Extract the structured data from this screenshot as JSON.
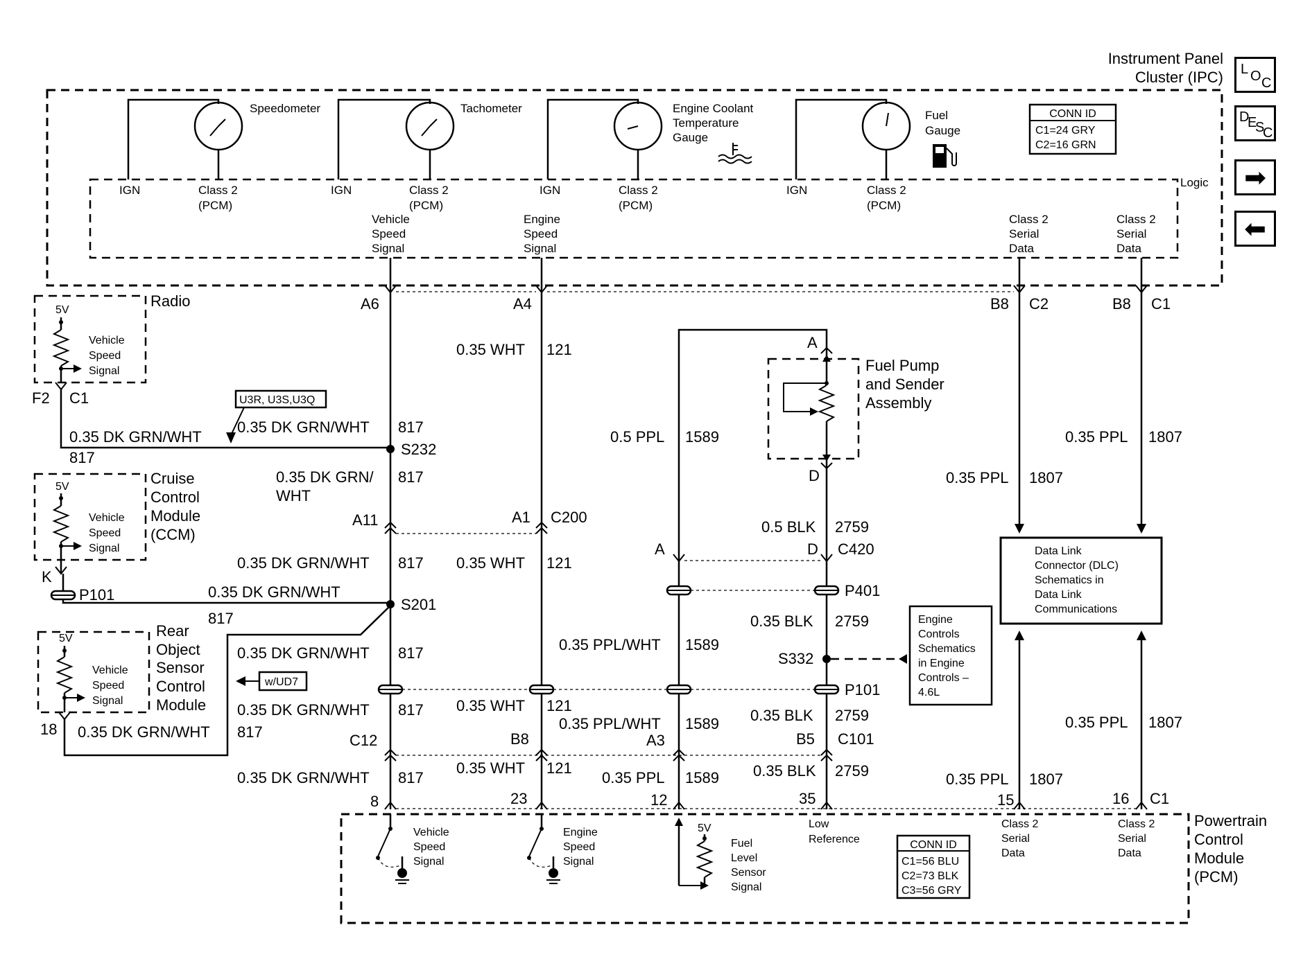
{
  "ipc": {
    "title1": "Instrument Panel",
    "title2": "Cluster (IPC)",
    "logic": "Logic",
    "conn_id": {
      "title": "CONN ID",
      "c1": "C1=24 GRY",
      "c2": "C2=16 GRN"
    }
  },
  "gauges": {
    "speedometer": "Speedometer",
    "tachometer": "Tachometer",
    "coolant1": "Engine Coolant",
    "coolant2": "Temperature",
    "coolant3": "Gauge",
    "fuel1": "Fuel",
    "fuel2": "Gauge"
  },
  "ipc_pins": {
    "ign": "IGN",
    "class2": "Class 2",
    "pcm": "(PCM)"
  },
  "ipc_signals": {
    "vss": [
      "Vehicle",
      "Speed",
      "Signal"
    ],
    "ess": [
      "Engine",
      "Speed",
      "Signal"
    ],
    "c2sd": [
      "Class 2",
      "Serial",
      "Data"
    ]
  },
  "connectors": {
    "a6": "A6",
    "a4": "A4",
    "b8": "B8",
    "c2": "C2",
    "c1": "C1",
    "f2": "F2",
    "k": "K",
    "p101": "P101",
    "s232": "S232",
    "s201": "S201",
    "a11": "A11",
    "a1": "A1",
    "c200": "C200",
    "a": "A",
    "d": "D",
    "c420": "C420",
    "p401": "P401",
    "s332": "S332",
    "c12": "C12",
    "b5": "B5",
    "c101": "C101",
    "a3": "A3",
    "n18": "18",
    "n8": "8",
    "n23": "23",
    "n12": "12",
    "n35": "35",
    "n15": "15",
    "n16": "16"
  },
  "wires": {
    "dkgrnwht": "0.35 DK GRN/WHT",
    "dkgrn_split1": "0.35 DK GRN/",
    "dkgrn_split2": "WHT",
    "c817": "817",
    "wht": "0.35 WHT",
    "c121": "121",
    "ppl05": "0.5 PPL",
    "ppl": "0.35 PPL",
    "c1589": "1589",
    "pplwht": "0.35 PPL/WHT",
    "blk05": "0.5 BLK",
    "blk": "0.35 BLK",
    "c2759": "2759",
    "c1807": "1807"
  },
  "modules": {
    "radio": "Radio",
    "ccm": [
      "Cruise",
      "Control",
      "Module",
      "(CCM)"
    ],
    "rear": [
      "Rear",
      "Object",
      "Sensor",
      "Control",
      "Module"
    ],
    "fuelpump": [
      "Fuel Pump",
      "and Sender",
      "Assembly"
    ],
    "pcm": [
      "Powertrain",
      "Control",
      "Module",
      "(PCM)"
    ],
    "v5": "5V",
    "vss_int": [
      "Vehicle",
      "Speed",
      "Signal"
    ]
  },
  "options": {
    "u3r": "U3R, U3S,U3Q",
    "ud7": "w/UD7"
  },
  "dlc": [
    "Data Link",
    "Connector (DLC)",
    "Schematics in",
    "Data Link",
    "Communications"
  ],
  "engine_ref": [
    "Engine",
    "Controls",
    "Schematics",
    "in Engine",
    "Controls –",
    "4.6L"
  ],
  "pcm_pins": {
    "vss": [
      "Vehicle",
      "Speed",
      "Signal"
    ],
    "ess": [
      "Engine",
      "Speed",
      "Signal"
    ],
    "fls": [
      "Fuel",
      "Level",
      "Sensor",
      "Signal"
    ],
    "lowref": [
      "Low",
      "Reference"
    ],
    "c2sd": [
      "Class 2",
      "Serial",
      "Data"
    ]
  },
  "pcm_conn": {
    "title": "CONN ID",
    "c1": "C1=56 BLU",
    "c2": "C2=73 BLK",
    "c3": "C3=56 GRY"
  },
  "nav": {
    "loc": [
      "L",
      "O",
      "C"
    ],
    "desc": [
      "D",
      "E",
      "S",
      "C"
    ],
    "next": "➡",
    "prev": "⬅"
  }
}
